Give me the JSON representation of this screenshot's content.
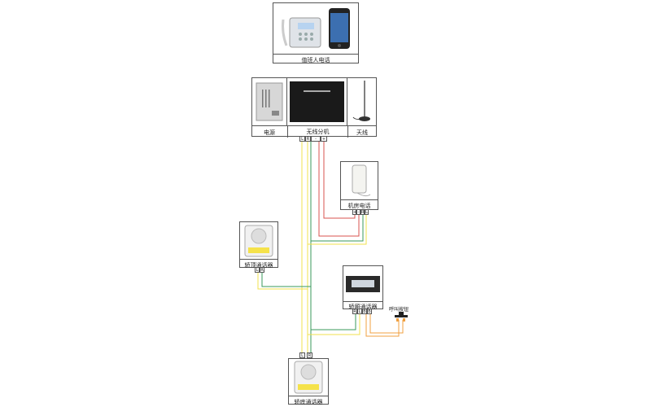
{
  "duty_phone": {
    "label": "值班人电话"
  },
  "power": {
    "label": "电源"
  },
  "wireless_unit": {
    "label": "无线分机",
    "terminals": [
      "L",
      "R",
      "-",
      "+"
    ]
  },
  "antenna": {
    "label": "天线"
  },
  "machine_room_phone": {
    "label": "机房电话",
    "terminals": [
      "+",
      "-",
      "R",
      "L"
    ]
  },
  "car_top_intercom": {
    "label": "轿顶通话器",
    "terminals": [
      "L",
      "R"
    ]
  },
  "car_intercom": {
    "label": "轿厢通话器",
    "terminals": [
      "R",
      "L",
      "B",
      "B"
    ]
  },
  "call_button": {
    "label": "呼叫按钮"
  },
  "pit_intercom": {
    "label": "轿底通话器",
    "terminals": [
      "L",
      "R"
    ]
  },
  "colors": {
    "yellow": "#f2e14c",
    "green": "#3a9a5b",
    "red": "#d9534f",
    "orange": "#f0a040",
    "outline": "#555555"
  }
}
